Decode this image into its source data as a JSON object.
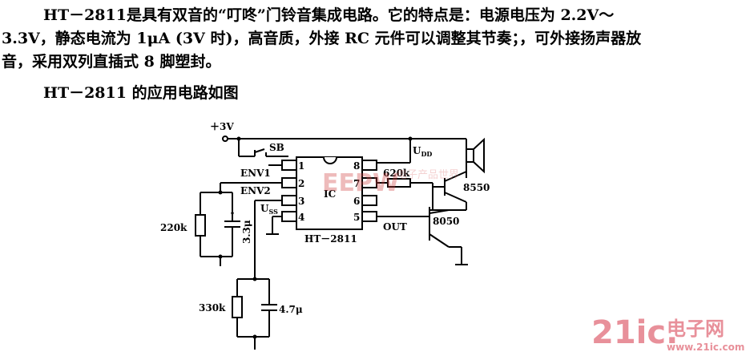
{
  "text": {
    "line1": "HT－2811是具有双音的“叮咚”门铃音集成电路。它的特点是：电源电压为 2.2V～",
    "line2": "3.3V，静态电流为 1μA (3V 时)，高音质，外接 RC 元件可以调整其节奏；，可外接扬声器放",
    "line3": "音，采用双列直插式 8 脚塑封。",
    "line4": "HT－2811 的应用电路如图"
  },
  "circuit": {
    "supply": "＋3V",
    "switch": "SB",
    "udd": "U",
    "udd_sub": "DD",
    "env1": "ENV1",
    "env2": "ENV2",
    "uss": "U",
    "uss_sub": "SS",
    "ic_label": "IC",
    "chip_name": "HT－2811",
    "pins": [
      "1",
      "2",
      "3",
      "4",
      "5",
      "6",
      "7",
      "8"
    ],
    "r620": "620k",
    "q8550": "8550",
    "q8050": "8050",
    "out": "OUT",
    "r220": "220k",
    "c33": "3.3μ",
    "r330": "330k",
    "c47": "4.7μ"
  },
  "watermark": {
    "site": "21ic.",
    "brand": "电子网",
    "url": "www.21ic.com",
    "overlay_brand": "EEPW",
    "overlay_cn": "电子产品世界"
  }
}
